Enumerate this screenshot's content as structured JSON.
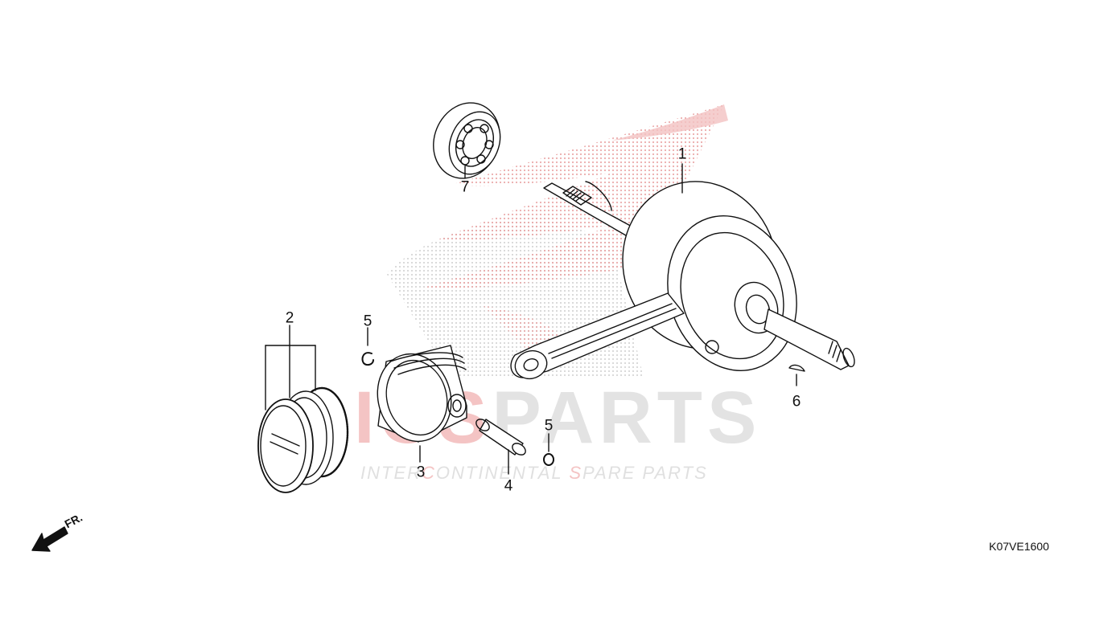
{
  "diagram": {
    "code": "K07VE1600",
    "front_marker": "FR."
  },
  "watermark": {
    "logo_accent": "ICS",
    "logo_rest": "PARTS",
    "tagline_parts": [
      {
        "text": "INTER",
        "accent": false
      },
      {
        "text": "C",
        "accent": true
      },
      {
        "text": "ONTINENTAL ",
        "accent": false
      },
      {
        "text": "S",
        "accent": true
      },
      {
        "text": "PARE PARTS",
        "accent": false
      }
    ],
    "accent_color": "#f4c4c4",
    "grey_color": "#e3e3e3"
  },
  "callouts": {
    "crankshaft": "1",
    "piston_rings": "2",
    "piston": "3",
    "piston_pin": "4",
    "clip_left": "5",
    "clip_right": "5",
    "key": "6",
    "bearing": "7"
  },
  "colors": {
    "line": "#111111",
    "wing_red": "#e8a0a0"
  }
}
